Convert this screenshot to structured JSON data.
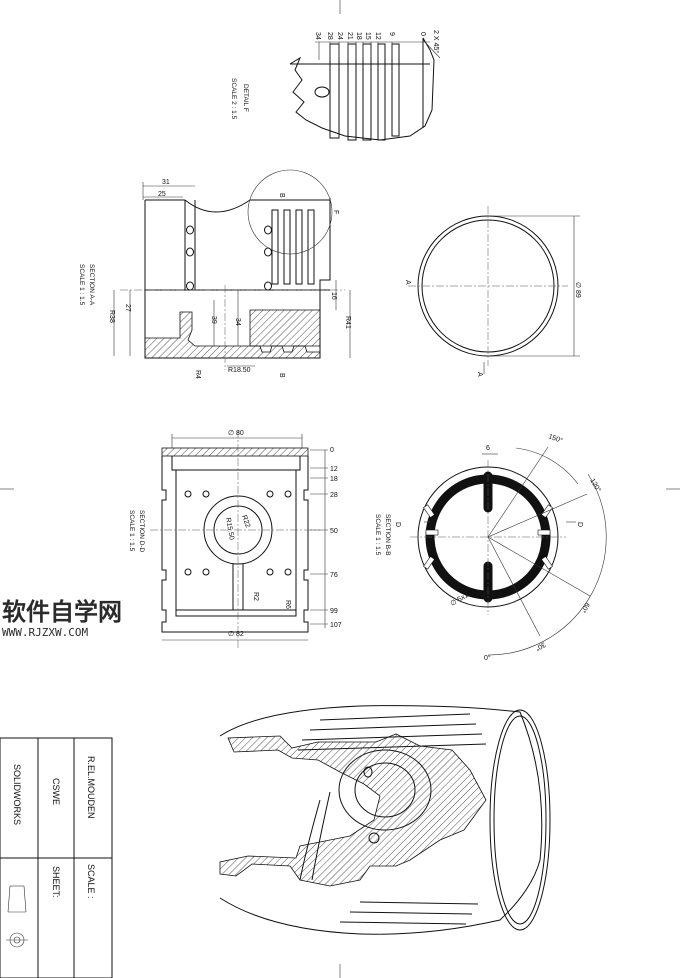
{
  "detail_f": {
    "title": "DETAIL F",
    "scale": "SCALE 2 : 1.5",
    "dims": [
      "34",
      "28",
      "24",
      "21",
      "18",
      "15",
      "12",
      "9",
      "0"
    ],
    "chamfer": "2 X 45°"
  },
  "section_aa": {
    "title": "SECTION A-A",
    "scale": "SCALE 1 : 1.5",
    "dims": {
      "d31": "31",
      "d25": "25",
      "d27": "27",
      "r38": "R38",
      "d39": "39",
      "d34": "34",
      "d16": "16",
      "r41": "R41",
      "r4": "R4",
      "r18": "R18.50"
    },
    "marks": {
      "b_top": "B",
      "b_bot": "B",
      "f": "F"
    }
  },
  "top_view": {
    "dia": "∅ 89",
    "a_left": "A",
    "a_bot": "A"
  },
  "section_dd": {
    "title": "SECTION D-D",
    "scale": "SCALE 1 : 1.5",
    "dia_top": "∅ 80",
    "dia_bot": "∅ 82",
    "r22": "R22",
    "r15": "R15.50",
    "r2": "R2",
    "r6": "R6",
    "stack": [
      "0",
      "12",
      "18",
      "28",
      "50",
      "76",
      "99",
      "107"
    ]
  },
  "section_bb": {
    "title": "SECTION B-B",
    "scale": "SCALE 1 : 1.5",
    "d_left": "D",
    "d_right": "D",
    "w6": "6",
    "a150": "150°",
    "a120": "120°",
    "a60": "60°",
    "a30": "30°",
    "a0": "0°",
    "slot": "∅ 5x10"
  },
  "watermark": {
    "cn": "软件自学网",
    "en": "WWW.RJZXW.COM"
  },
  "title_block": {
    "author": "R.EL.MOUDEN",
    "org": "CSWE",
    "software": "SOLIDWORKS",
    "scale_label": "SCALE :",
    "sheet_label": "SHEET:"
  }
}
